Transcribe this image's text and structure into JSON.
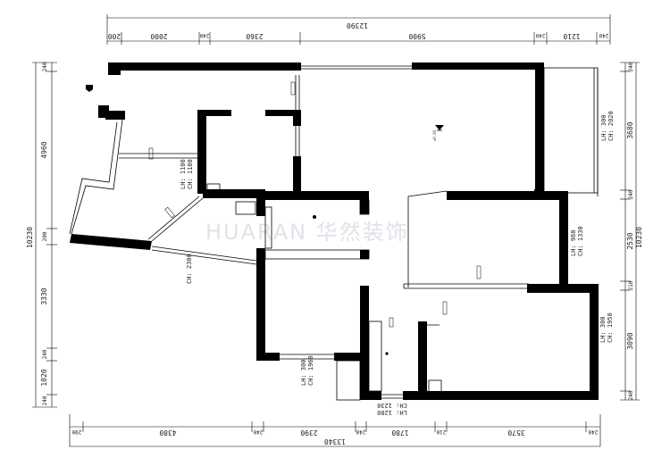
{
  "watermark": "HUARAN 华然装饰",
  "dimensions": {
    "top_total": "12390",
    "top_segments": [
      "200",
      "2000",
      "240",
      "2360",
      "5900",
      "240",
      "1210",
      "240"
    ],
    "bottom_total": "13340",
    "bottom_segments": [
      "290",
      "4380",
      "240",
      "2390",
      "240",
      "1780",
      "210",
      "3570",
      "240"
    ],
    "left_total": "10230",
    "left_segments": [
      "240",
      "4960",
      "200",
      "3330",
      "240",
      "1020",
      "240"
    ],
    "right_total": "10230",
    "right_segments": [
      "240",
      "3680",
      "240",
      "2530",
      "210",
      "3090",
      "240"
    ]
  },
  "openings": {
    "top_right_window": [
      "LH: 300",
      "CH: 2020"
    ],
    "right_mid_window": [
      "LH: 960",
      "CH: 1330"
    ],
    "right_bottom_window": [
      "LH: 300",
      "CH: 1950"
    ],
    "bedroom_window": [
      "LH: 1100",
      "CH: 1180"
    ],
    "balcony_door": [
      "CH: 2300"
    ],
    "bottom_left_window": [
      "LH: 300",
      "CH: 1960"
    ],
    "entry_door": [
      "CH: 1230",
      "LH: 1280"
    ]
  },
  "level_marker": "±0.00"
}
